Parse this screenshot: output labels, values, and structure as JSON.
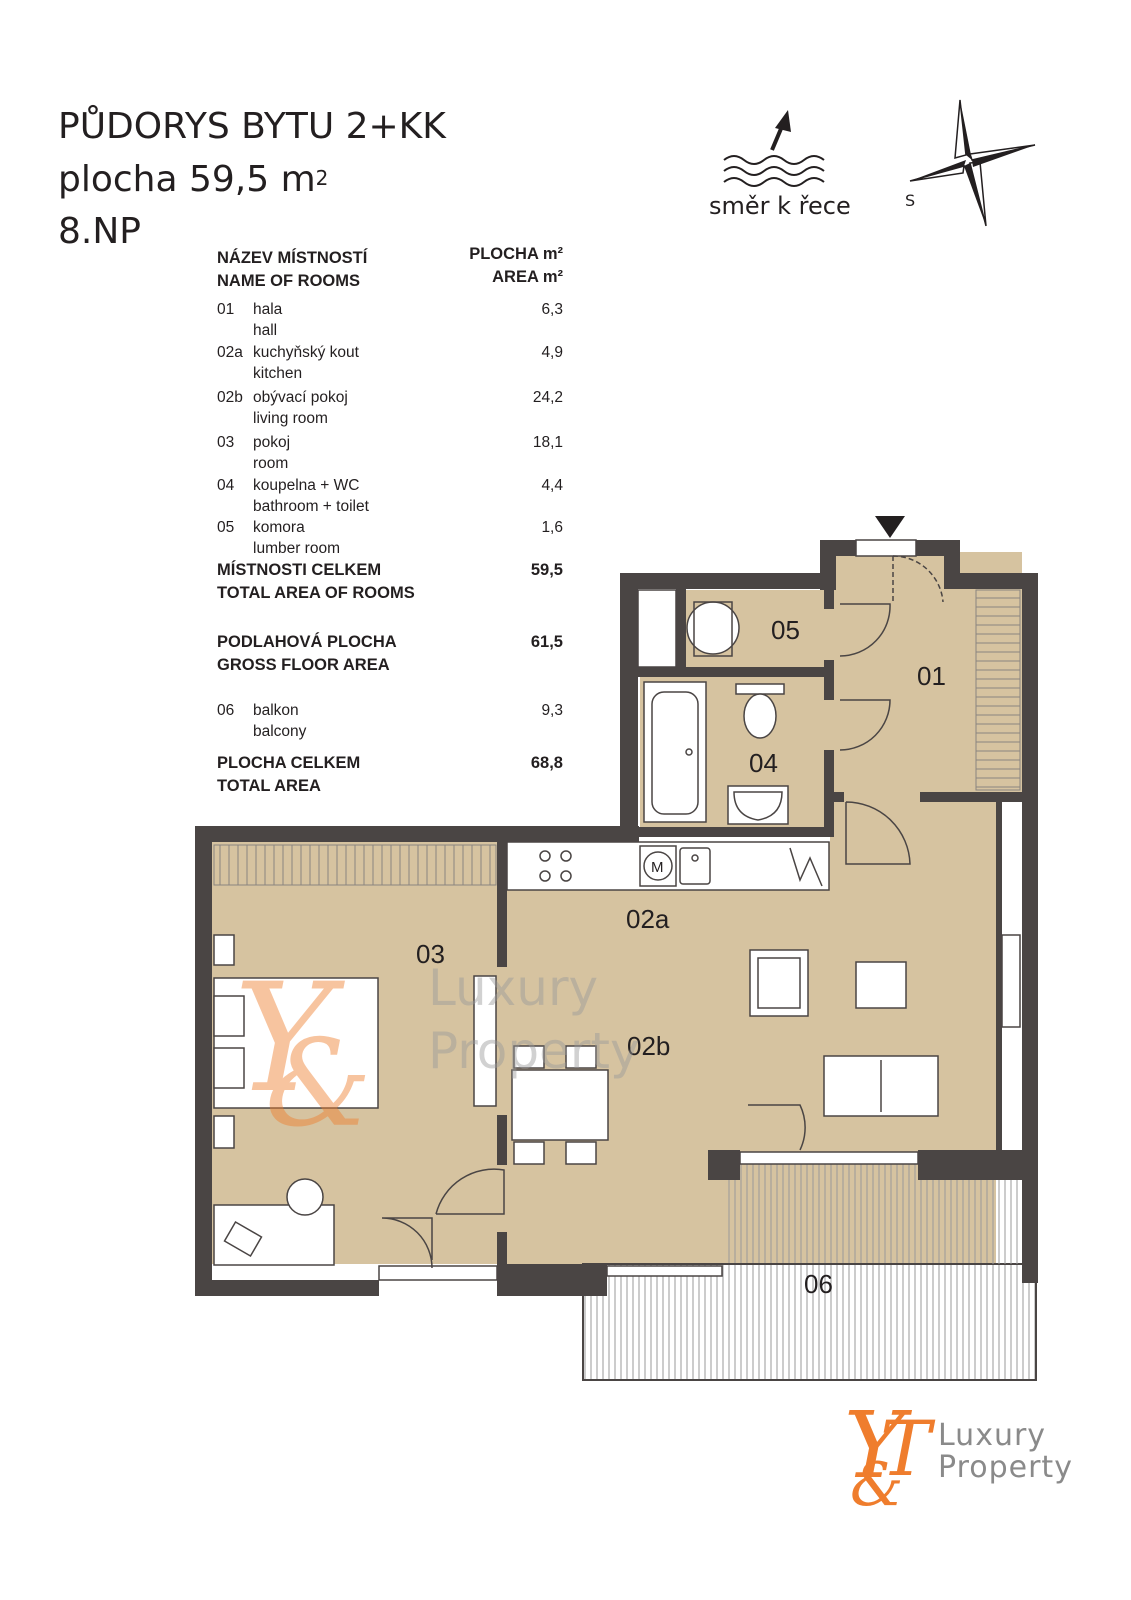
{
  "header": {
    "title": "PŮDORYS BYTU 2+KK",
    "area_prefix": "plocha 59,5 m",
    "area_sup": "2",
    "floor": "8.NP"
  },
  "orientation": {
    "river_label": "směr k řece",
    "compass_label": "S"
  },
  "legend": {
    "head_left_1": "NÁZEV MÍSTNOSTÍ",
    "head_left_2": "NAME OF ROOMS",
    "head_right_1": "PLOCHA m²",
    "head_right_2": "AREA m²",
    "rooms": [
      {
        "num": "01",
        "cz": "hala",
        "en": "hall",
        "area": "6,3"
      },
      {
        "num": "02a",
        "cz": "kuchyňský kout",
        "en": "kitchen",
        "area": "4,9"
      },
      {
        "num": "02b",
        "cz": "obývací pokoj",
        "en": "living room",
        "area": "24,2"
      },
      {
        "num": "03",
        "cz": "pokoj",
        "en": "room",
        "area": "18,1"
      },
      {
        "num": "04",
        "cz": "koupelna + WC",
        "en": "bathroom + toilet",
        "area": "4,4"
      },
      {
        "num": "05",
        "cz": "komora",
        "en": "lumber room",
        "area": "1,6"
      }
    ],
    "total_rooms_1": "MÍSTNOSTI CELKEM",
    "total_rooms_2": "TOTAL AREA OF ROOMS",
    "total_rooms_value": "59,5",
    "gross_1": "PODLAHOVÁ PLOCHA",
    "gross_2": "GROSS FLOOR AREA",
    "gross_value": "61,5",
    "balcony": {
      "num": "06",
      "cz": "balkon",
      "en": "balcony",
      "area": "9,3"
    },
    "total_1": "PLOCHA CELKEM",
    "total_2": "TOTAL AREA",
    "total_value": "68,8"
  },
  "plan": {
    "labels": {
      "r01": "01",
      "r02a": "02a",
      "r02b": "02b",
      "r03": "03",
      "r04": "04",
      "r05": "05",
      "r06": "06"
    },
    "colors": {
      "floor": "#d6c3a0",
      "wall": "#4a4544",
      "balcony": "#ffffff"
    }
  },
  "brand": {
    "logo_text": "Y&T",
    "line1": "Luxury",
    "line2": "Property",
    "accent": "#ef7d2d",
    "text_color": "#8a8a8a"
  }
}
